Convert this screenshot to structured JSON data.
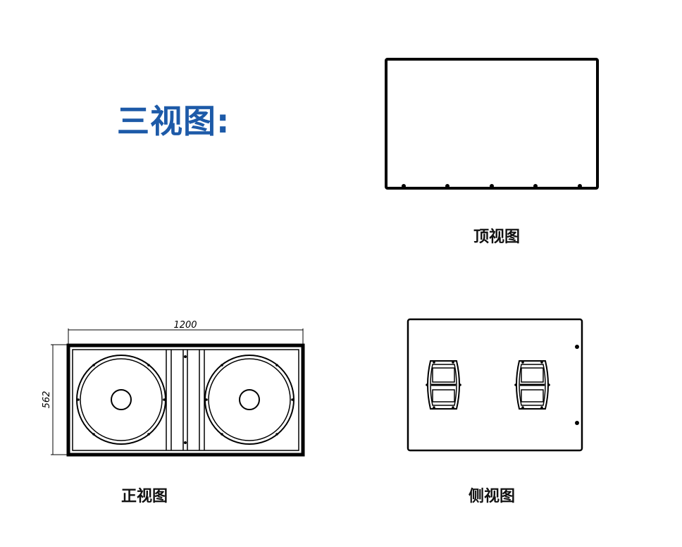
{
  "title": "三视图:",
  "views": {
    "top_label": "顶视图",
    "front_label": "正视图",
    "side_label": "侧视图"
  },
  "dimensions": {
    "width": "1200",
    "height": "562"
  },
  "colors": {
    "title": "#1d5aa8",
    "line": "#000000"
  }
}
